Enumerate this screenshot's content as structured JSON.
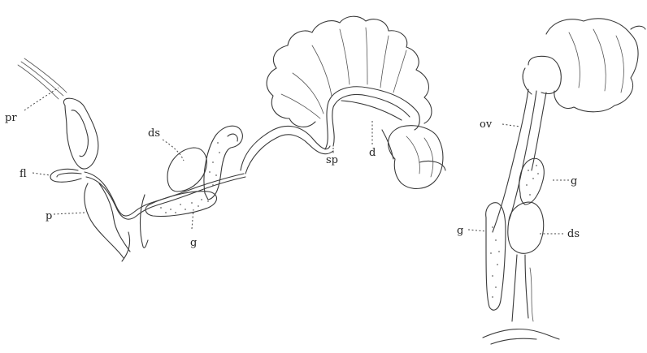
{
  "figure": {
    "labels": {
      "pr": "pr",
      "fl": "fl",
      "p": "p",
      "ds_left": "ds",
      "g_left": "g",
      "sp": "sp",
      "d": "d",
      "ov": "ov",
      "g_right_upper": "g",
      "g_right_lower": "g",
      "ds_right": "ds"
    }
  }
}
